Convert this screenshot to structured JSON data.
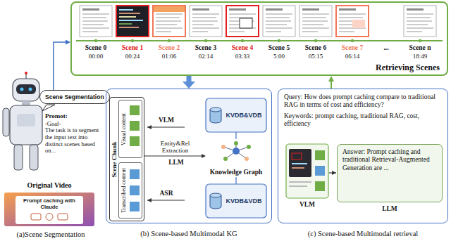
{
  "diagram": {
    "nodes": [
      {
        "text": [
          "Retrieving Scenes"
        ]
      },
      {
        "text": [
          "Scene Segmentation"
        ]
      },
      {
        "text": [
          "Promot:",
          "-Goal-",
          "The task is to segment the input text into distinct scenes based on..."
        ]
      },
      {
        "text": [
          "Original Video",
          "Prompt caching with Claude"
        ]
      },
      {
        "text": [
          "(b) Scene-based Multimodal KG"
        ]
      },
      {
        "text": [
          "Scene Chunk"
        ],
        "in": 4
      },
      {
        "text": [
          "Visual content"
        ],
        "in": 5
      },
      {
        "text": [
          "Transcribed content"
        ],
        "in": 5
      },
      {
        "text": [
          "KVDB&VDB"
        ],
        "in": 4
      },
      {
        "text": [
          "Knowledge Graph"
        ],
        "in": 4
      },
      {
        "text": [
          "KVDB&VDB"
        ],
        "in": 4
      },
      {
        "text": [
          "Query: How does prompt caching compare to traditional RAG in terms of cost and efficiency?",
          "Keywords: prompt caching, traditional RAG, cost, efficiency",
          "(c) Scene-based Multimodal retrieval"
        ]
      },
      {
        "text": [
          "Answer: Prompt caching and traditional Retrieval-Augmented Generation are ..."
        ],
        "in": 11
      }
    ],
    "edges": [
      {
        "from": 1,
        "to": 0,
        "arrow": "to"
      },
      {
        "from": 0,
        "to": 4,
        "arrow": "to"
      },
      {
        "from": 5,
        "to": 9,
        "label": "Entity&Rel Extraction",
        "arrow": "to"
      },
      {
        "from": 9,
        "to": 8,
        "arrow": "none"
      },
      {
        "from": 9,
        "to": 10,
        "arrow": "none"
      },
      {
        "from": 11,
        "to": 0,
        "arrow": "to"
      }
    ],
    "labels": [
      "Scene 0",
      "00:00",
      "Scene 1",
      "00:24",
      "Scene 2",
      "01:06",
      "Scene 3",
      "02:14",
      "Scene 4",
      "03:33",
      "Scene 5",
      "5:00",
      "Scene 6",
      "05:15",
      "Scene 7",
      "06:14",
      "...",
      "Scene n",
      "18:49",
      "(a)Scene Segmentation",
      "VLM",
      "LLM",
      "ASR",
      "VLM",
      "LLM"
    ]
  }
}
